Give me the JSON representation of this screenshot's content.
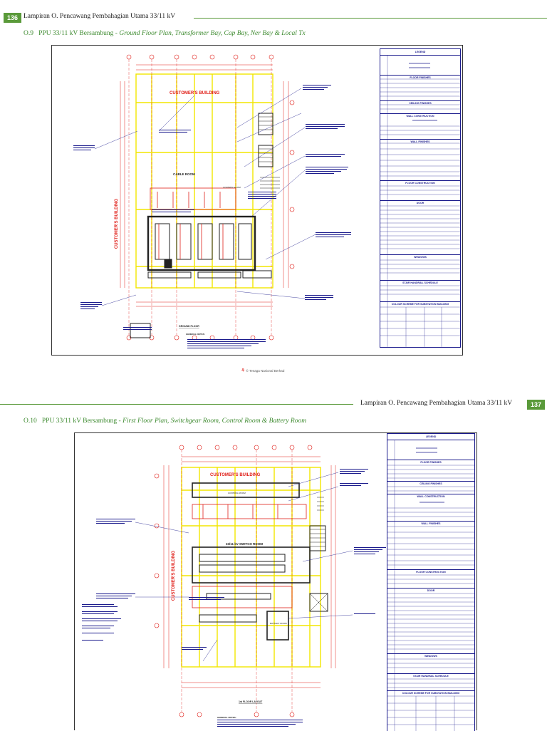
{
  "page_top": {
    "page_number": "136",
    "running_head": "Lampiran O. Pencawang Pembahagian Utama 33/11 kV",
    "section_number": "O.9",
    "section_title_plain": "PPU 33/11 kV Bersambung - ",
    "section_title_italic": "Ground Floor Plan, Transformer Bay, Cap Bay, Ner Bay & Local Tx",
    "drawing": {
      "customers_building": "CUSTOMER'S BUILDING",
      "customers_building_vertical": "CUSTOMER'S BUILDING",
      "cable_room": "CABLE ROOM",
      "control_room": "CONTROL ROOM",
      "ground_floor": "GROUND FLOOR",
      "general_notes": "GENERAL NOTES:"
    },
    "legend": {
      "title": "LEGEND",
      "sections": [
        "FLOOR FINISHES",
        "CEILING FINISHES",
        "WALL CONSTRUCTION",
        "WALL FINISHES",
        "FLOOR CONSTRUCTION",
        "DOOR",
        "WINDOWS",
        "STAIR HANDRAIL SCHEDULE",
        "COLOUR SCHEME FOR SUBSTATION BUILDING"
      ]
    },
    "footer": "© Tenaga Nasional Berhad"
  },
  "page_bottom": {
    "page_number": "137",
    "running_head": "Lampiran O. Pencawang Pembahagian Utama 33/11 kV",
    "section_number": "O.10",
    "section_title_plain": "PPU 33/11 kV Bersambung - ",
    "section_title_italic": "First Floor Plan, Switchgear Room, Control Room & Battery Room",
    "drawing": {
      "customers_building": "CUSTOMER'S BUILDING",
      "customers_building_vertical": "CUSTOMER'S BUILDING",
      "switch_room": "33/11 kV SWITCH ROOM",
      "control_room": "CONTROL ROOM",
      "battery_room": "BATTERY ROOM",
      "first_floor_layout": "1st FLOOR LAYOUT",
      "general_notes": "GENERAL NOTES:"
    },
    "legend": {
      "title": "LEGEND",
      "sections": [
        "FLOOR FINISHES",
        "CEILING FINISHES",
        "WALL CONSTRUCTION",
        "WALL FINISHES",
        "FLOOR CONSTRUCTION",
        "DOOR",
        "WINDOWS",
        "STAIR HANDRAIL SCHEDULE",
        "COLOUR SCHEME FOR SUBSTATION BUILDING"
      ]
    }
  },
  "colors": {
    "accent": "#5a9a3a",
    "title_green": "#3d8a2f",
    "drawing_red": "#e0201a",
    "drawing_yellow": "#f2e600",
    "legend_blue": "#1a1a8c"
  }
}
